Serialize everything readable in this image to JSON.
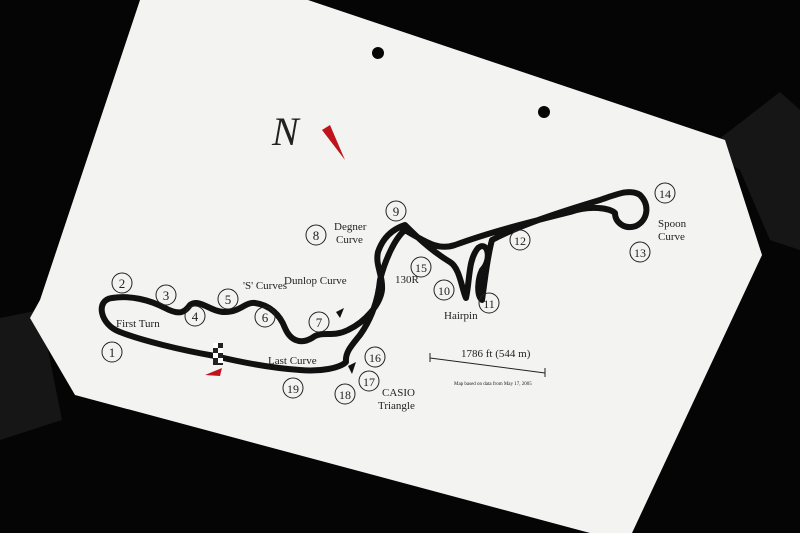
{
  "north": {
    "letter": "N",
    "arrow_color": "#c0141c"
  },
  "turns": [
    "1",
    "2",
    "3",
    "4",
    "5",
    "6",
    "7",
    "8",
    "9",
    "10",
    "11",
    "12",
    "13",
    "14",
    "15",
    "16",
    "17",
    "18",
    "19"
  ],
  "labels": {
    "first_turn": "First Turn",
    "s_curves": "'S' Curves",
    "dunlop_curve": "Dunlop Curve",
    "degner_1": "Degner",
    "degner_2": "Curve",
    "r130": "130R",
    "hairpin": "Hairpin",
    "spoon_1": "Spoon",
    "spoon_2": "Curve",
    "last_curve": "Last Curve",
    "casio_1": "CASIO",
    "casio_2": "Triangle"
  },
  "scale": {
    "label": "1786 ft (544 m)",
    "note": "Map based on data from May 17, 2005"
  },
  "colors": {
    "paper": "#f3f3f1",
    "background": "#050505",
    "tape": "#161616",
    "track": "#111111",
    "start_flag": "#c0141c"
  }
}
